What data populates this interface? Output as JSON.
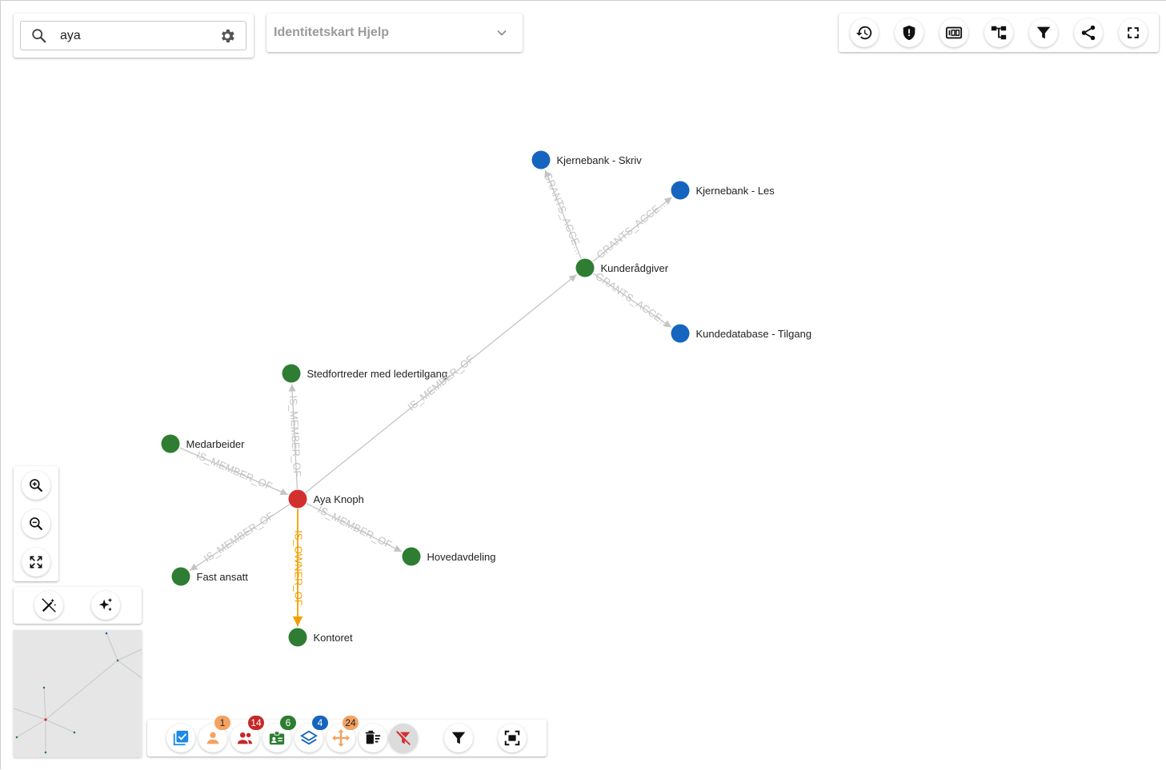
{
  "search": {
    "value": "aya"
  },
  "view_select": {
    "selected": "Identitetskart Hjelp"
  },
  "colors": {
    "identity": "#d32f2f",
    "group": "#2e7d32",
    "resource": "#1565c0",
    "edge": "#c4c4c4",
    "owner_edge": "#f0a000",
    "badge_orange": "#f4a261",
    "badge_red": "#c62828",
    "badge_green": "#2e7d32",
    "badge_blue": "#1565c0"
  },
  "graph": {
    "nodes": [
      {
        "id": "aya",
        "label": "Aya Knoph",
        "kind": "identity"
      },
      {
        "id": "kunde",
        "label": "Kunderådgiver",
        "kind": "group"
      },
      {
        "id": "stedfor",
        "label": "Stedfortreder med ledertilgang",
        "kind": "group"
      },
      {
        "id": "medarb",
        "label": "Medarbeider",
        "kind": "group"
      },
      {
        "id": "hoved",
        "label": "Hovedavdeling",
        "kind": "group"
      },
      {
        "id": "fast",
        "label": "Fast ansatt",
        "kind": "group"
      },
      {
        "id": "kontor",
        "label": "Kontoret",
        "kind": "group"
      },
      {
        "id": "kjskriv",
        "label": "Kjernebank - Skriv",
        "kind": "resource"
      },
      {
        "id": "kjles",
        "label": "Kjernebank - Les",
        "kind": "resource"
      },
      {
        "id": "kdb",
        "label": "Kundedatabase - Tilgang",
        "kind": "resource"
      }
    ],
    "edges": [
      {
        "label": "IS_MEMBER_OF",
        "from": "aya",
        "to": "kunde"
      },
      {
        "label": "IS_MEMBER_OF",
        "from": "aya",
        "to": "stedfor"
      },
      {
        "label": "IS_MEMBER_OF",
        "from": "medarb",
        "to": "aya"
      },
      {
        "label": "IS_MEMBER_OF",
        "from": "aya",
        "to": "hoved"
      },
      {
        "label": "IS_MEMBER_OF",
        "from": "aya",
        "to": "fast"
      },
      {
        "label": "IS_OWNER_OF",
        "from": "aya",
        "to": "kontor",
        "owner": true
      },
      {
        "label": "GRANTS_ACCE…",
        "from": "kunde",
        "to": "kjskriv"
      },
      {
        "label": "GRANTS_ACCE…",
        "from": "kunde",
        "to": "kjles"
      },
      {
        "label": "GRANTS_ACCE…",
        "from": "kunde",
        "to": "kdb"
      }
    ]
  },
  "toolbar_top": [
    {
      "name": "history",
      "icon": "history-icon"
    },
    {
      "name": "shield",
      "icon": "shield-icon"
    },
    {
      "name": "counter",
      "icon": "counter-icon"
    },
    {
      "name": "hierarchy",
      "icon": "hierarchy-icon"
    },
    {
      "name": "filter",
      "icon": "filter-icon"
    },
    {
      "name": "share",
      "icon": "share-icon"
    },
    {
      "name": "fullscreen",
      "icon": "fullscreen-icon"
    }
  ],
  "bottom_badges": {
    "identities": "1",
    "groups": "14",
    "roles": "6",
    "layers": "4",
    "move": "24"
  }
}
